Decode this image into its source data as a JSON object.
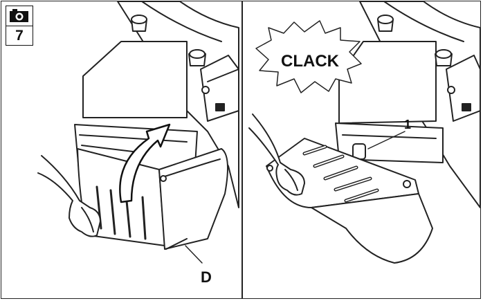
{
  "step": {
    "icon": "camera-icon",
    "number": "7"
  },
  "left_panel": {
    "callout_label": "D"
  },
  "right_panel": {
    "sound_text": "CLACK",
    "callout_label": "1"
  }
}
